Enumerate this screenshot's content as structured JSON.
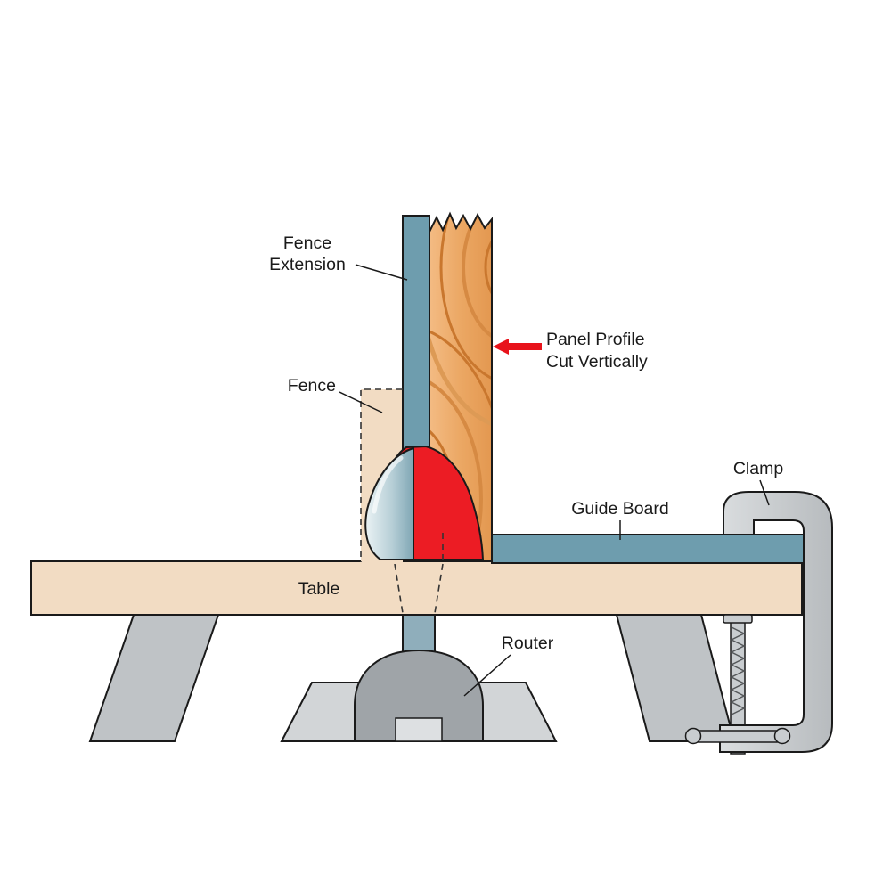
{
  "diagram": {
    "labels": {
      "fence_extension": {
        "line1": "Fence",
        "line2": "Extension"
      },
      "fence": "Fence",
      "panel_profile": {
        "line1": "Panel Profile",
        "line2": "Cut Vertically"
      },
      "guide_board": "Guide Board",
      "clamp": "Clamp",
      "table": "Table",
      "router": "Router"
    },
    "colors": {
      "table_tan": "#F2DCC3",
      "steel_blue": "#6E9DAE",
      "bit_red": "#EC1C24",
      "arrow_red": "#E8131B",
      "wood_light": "#F4BC85",
      "wood_dark": "#E2964E",
      "leg_gray": "#BFC3C6",
      "router_gray": "#9FA4A8",
      "router_base_gray": "#D2D5D7",
      "clamp_gray": "#C9CDD0",
      "spindle_blue": "#8FAEBB",
      "outline": "#1A1A1A"
    }
  }
}
